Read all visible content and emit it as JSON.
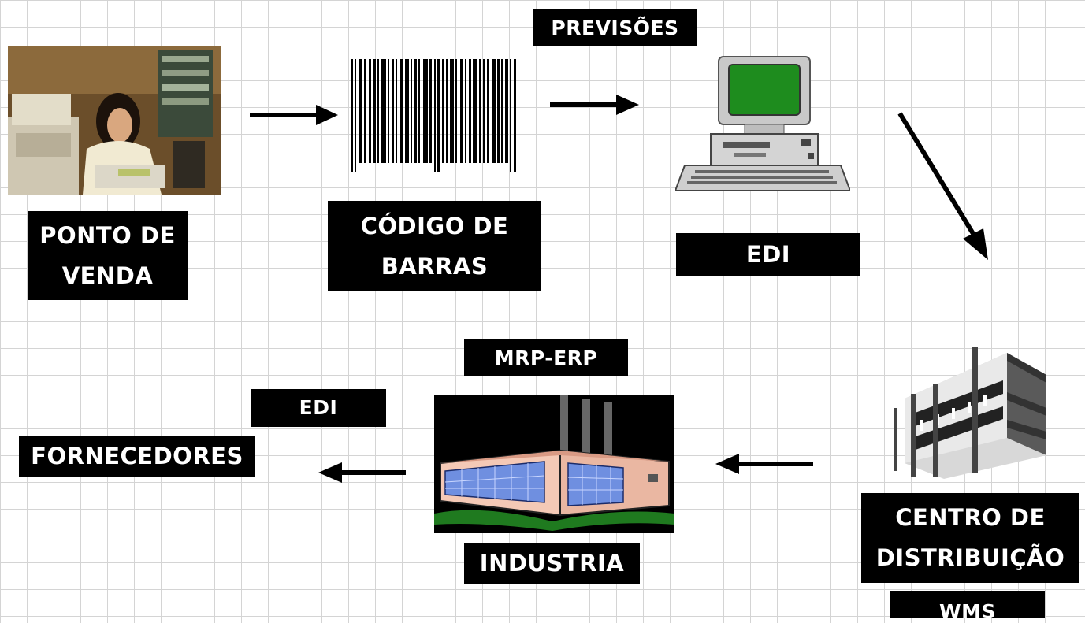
{
  "nodes": {
    "ponto_de_venda": {
      "lines": [
        "PONTO DE",
        "VENDA"
      ]
    },
    "codigo_de_barras": {
      "lines": [
        "CÓDIGO DE",
        "BARRAS"
      ]
    },
    "previsoes": {
      "label": "PREVISÕES"
    },
    "edi_top": {
      "label": "EDI"
    },
    "centro_distribuicao": {
      "lines": [
        "CENTRO DE",
        "DISTRIBUIÇÃO"
      ]
    },
    "wms": {
      "label": "WMS"
    },
    "industria": {
      "label": "INDUSTRIA"
    },
    "mrp_erp": {
      "label": "MRP-ERP"
    },
    "edi_bottom": {
      "label": "EDI"
    },
    "fornecedores": {
      "label": "FORNECEDORES"
    }
  },
  "icons": [
    "cashier-photo",
    "barcode-icon",
    "computer-icon",
    "warehouse-building-icon",
    "factory-icon"
  ],
  "colors": {
    "label_bg": "#000000",
    "label_text": "#ffffff",
    "grid": "#d4d4d4",
    "screen_green": "#1e8c1e",
    "factory_wall": "#f4c9b6",
    "factory_window": "#6f8fe0",
    "factory_ground": "#1f7a1f"
  }
}
